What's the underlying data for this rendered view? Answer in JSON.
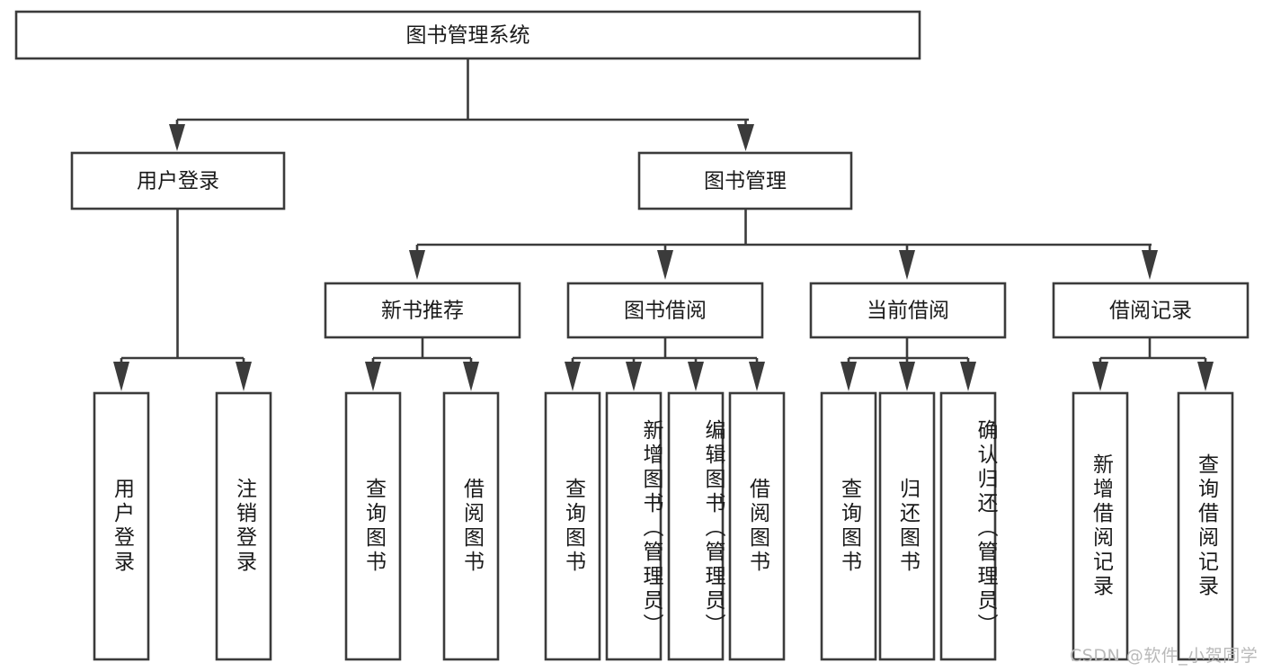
{
  "diagram": {
    "type": "tree",
    "orientation": "top-down",
    "root": {
      "id": "root",
      "label": "图书管理系统"
    },
    "levels": [
      {
        "level": 1,
        "nodes": [
          {
            "id": "root",
            "label": "图书管理系统",
            "parent": null
          }
        ]
      },
      {
        "level": 2,
        "nodes": [
          {
            "id": "user-login",
            "label": "用户登录",
            "parent": "root"
          },
          {
            "id": "book-manage",
            "label": "图书管理",
            "parent": "root"
          }
        ]
      },
      {
        "level": 3,
        "nodes": [
          {
            "id": "new-book-rec",
            "label": "新书推荐",
            "parent": "book-manage"
          },
          {
            "id": "book-borrow",
            "label": "图书借阅",
            "parent": "book-manage"
          },
          {
            "id": "current-borrow",
            "label": "当前借阅",
            "parent": "book-manage"
          },
          {
            "id": "borrow-record",
            "label": "借阅记录",
            "parent": "book-manage"
          }
        ]
      },
      {
        "level": 4,
        "nodes": [
          {
            "id": "leaf-user-login",
            "label": "用户登录",
            "parent": "user-login"
          },
          {
            "id": "leaf-logout",
            "label": "注销登录",
            "parent": "user-login"
          },
          {
            "id": "leaf-query-book-1",
            "label": "查询图书",
            "parent": "new-book-rec"
          },
          {
            "id": "leaf-borrow-book-1",
            "label": "借阅图书",
            "parent": "new-book-rec"
          },
          {
            "id": "leaf-query-book-2",
            "label": "查询图书",
            "parent": "book-borrow"
          },
          {
            "id": "leaf-add-book",
            "label": "新增图书（管理员）",
            "parent": "book-borrow"
          },
          {
            "id": "leaf-edit-book",
            "label": "编辑图书（管理员）",
            "parent": "book-borrow"
          },
          {
            "id": "leaf-borrow-book-2",
            "label": "借阅图书",
            "parent": "book-borrow"
          },
          {
            "id": "leaf-query-book-3",
            "label": "查询图书",
            "parent": "current-borrow"
          },
          {
            "id": "leaf-return-book",
            "label": "归还图书",
            "parent": "current-borrow"
          },
          {
            "id": "leaf-confirm-return",
            "label": "确认归还（管理员）",
            "parent": "current-borrow"
          },
          {
            "id": "leaf-add-record",
            "label": "新增借阅记录",
            "parent": "borrow-record"
          },
          {
            "id": "leaf-query-record",
            "label": "查询借阅记录",
            "parent": "borrow-record"
          }
        ]
      }
    ]
  },
  "nodes": {
    "root": "图书管理系统",
    "user_login": "用户登录",
    "book_manage": "图书管理",
    "new_book_rec": "新书推荐",
    "book_borrow": "图书借阅",
    "current_borrow": "当前借阅",
    "borrow_record": "借阅记录",
    "leaf_user_login": "用户登录",
    "leaf_logout": "注销登录",
    "leaf_query_book_1": "查询图书",
    "leaf_borrow_book_1": "借阅图书",
    "leaf_query_book_2": "查询图书",
    "leaf_add_book": "新增图书（管理员）",
    "leaf_edit_book": "编辑图书（管理员）",
    "leaf_borrow_book_2": "借阅图书",
    "leaf_query_book_3": "查询图书",
    "leaf_return_book": "归还图书",
    "leaf_confirm_return": "确认归还（管理员）",
    "leaf_add_record": "新增借阅记录",
    "leaf_query_record": "查询借阅记录"
  },
  "watermark": {
    "text": "CSDN @软件_小贺同学"
  },
  "colors": {
    "stroke": "#3b3b3b",
    "fill": "#ffffff",
    "text": "#1a1a1a",
    "watermark": "#b9b9b9",
    "background": "#ffffff"
  }
}
